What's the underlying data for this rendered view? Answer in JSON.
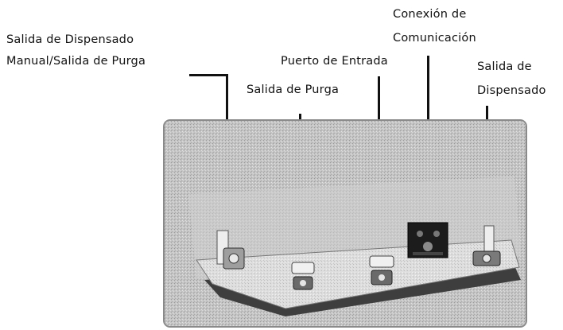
{
  "labels": {
    "manual_purge_line1": "Salida de Dispensado",
    "manual_purge_line2": "Manual/Salida de Purga",
    "purge_outlet": "Salida de Purga",
    "inlet_port": "Puerto de Entrada",
    "comm_line1": "Conexión de",
    "comm_line2": "Comunicación",
    "dispense_line1": "Salida de",
    "dispense_line2": "Dispensado"
  },
  "colors": {
    "text": "#111111",
    "leader_line": "#111111",
    "frame_border": "#8a8a8a",
    "photo_background": "#bdbdbd",
    "board": "#dcdcdc",
    "board_shadow": "#4a4a4a",
    "connector": "#1c1c1c"
  }
}
